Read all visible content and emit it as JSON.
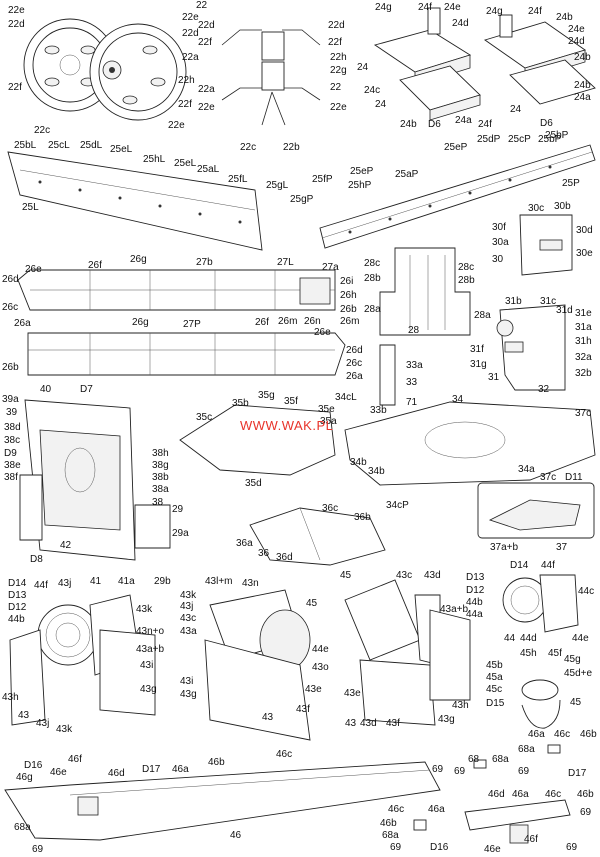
{
  "watermark": "WWW.WAK.PL",
  "colors": {
    "ink": "#222222",
    "watermark": "#e8332a",
    "paper": "#ffffff"
  },
  "labels": {
    "22": "22",
    "22a": "22a",
    "22b": "22b",
    "22c": "22c",
    "22d": "22d",
    "22e": "22e",
    "22f": "22f",
    "22g": "22g",
    "22h": "22h",
    "24": "24",
    "24a": "24a",
    "24b": "24b",
    "24c": "24c",
    "24d": "24d",
    "24e": "24e",
    "24f": "24f",
    "24g": "24g",
    "D6": "D6",
    "25L": "25L",
    "25aL": "25aL",
    "25bL": "25bL",
    "25cL": "25cL",
    "25dL": "25dL",
    "25eL": "25eL",
    "25fL": "25fL",
    "25gL": "25gL",
    "25hL": "25hL",
    "25P": "25P",
    "25aP": "25aP",
    "25bP": "25bP",
    "25cP": "25cP",
    "25dP": "25dP",
    "25eP": "25eP",
    "25fP": "25fP",
    "25gP": "25gP",
    "25hP": "25hP",
    "26a": "26a",
    "26b": "26b",
    "26c": "26c",
    "26d": "26d",
    "26e": "26e",
    "26f": "26f",
    "26g": "26g",
    "26h": "26h",
    "26i": "26i",
    "26m": "26m",
    "26n": "26n",
    "27L": "27L",
    "27P": "27P",
    "27a": "27a",
    "27b": "27b",
    "28": "28",
    "28a": "28a",
    "28b": "28b",
    "28c": "28c",
    "29": "29",
    "29a": "29a",
    "29b": "29b",
    "30": "30",
    "30a": "30a",
    "30b": "30b",
    "30c": "30c",
    "30d": "30d",
    "30e": "30e",
    "30f": "30f",
    "31": "31",
    "31a": "31a",
    "31b": "31b",
    "31c": "31c",
    "31d": "31d",
    "31e": "31e",
    "31f": "31f",
    "31g": "31g",
    "31h": "31h",
    "32": "32",
    "32a": "32a",
    "32b": "32b",
    "33": "33",
    "33a": "33a",
    "33b": "33b",
    "71": "71",
    "34": "34",
    "34a": "34a",
    "34b": "34b",
    "34cL": "34cL",
    "34cP": "34cP",
    "35a": "35a",
    "35b": "35b",
    "35c": "35c",
    "35d": "35d",
    "35e": "35e",
    "35f": "35f",
    "35g": "35g",
    "36": "36",
    "36a": "36a",
    "36b": "36b",
    "36c": "36c",
    "36d": "36d",
    "37": "37",
    "37ab": "37a+b",
    "37c": "37c",
    "D11": "D11",
    "38": "38",
    "38a": "38a",
    "38b": "38b",
    "38c": "38c",
    "38d": "38d",
    "38e": "38e",
    "38f": "38f",
    "38g": "38g",
    "38h": "38h",
    "39": "39",
    "39a": "39a",
    "40": "40",
    "41": "41",
    "41a": "41a",
    "42": "42",
    "D7": "D7",
    "D8": "D8",
    "D9": "D9",
    "43": "43",
    "43ab": "43a+b",
    "43a": "43a",
    "43c": "43c",
    "43d": "43d",
    "43e": "43e",
    "43f": "43f",
    "43g": "43g",
    "43h": "43h",
    "43i": "43i",
    "43j": "43j",
    "43k": "43k",
    "43lm": "43l+m",
    "43n": "43n",
    "43no": "43n+o",
    "43o": "43o",
    "44": "44",
    "44a": "44a",
    "44b": "44b",
    "44c": "44c",
    "44d": "44d",
    "44e": "44e",
    "44f": "44f",
    "45": "45",
    "45a": "45a",
    "45b": "45b",
    "45c": "45c",
    "45de": "45d+e",
    "45f": "45f",
    "45g": "45g",
    "45h": "45h",
    "46": "46",
    "46a": "46a",
    "46b": "46b",
    "46c": "46c",
    "46d": "46d",
    "46e": "46e",
    "46f": "46f",
    "46g": "46g",
    "68": "68",
    "68a": "68a",
    "69": "69",
    "D12": "D12",
    "D13": "D13",
    "D14": "D14",
    "D15": "D15",
    "D16": "D16",
    "D17": "D17"
  }
}
